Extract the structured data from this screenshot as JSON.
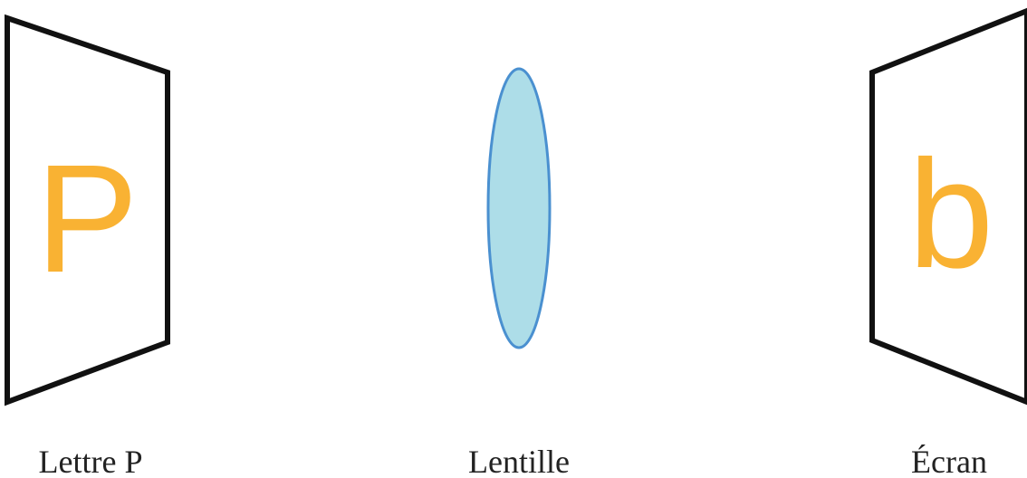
{
  "object": {
    "letter": "P",
    "label": "Lettre P"
  },
  "lens": {
    "label": "Lentille",
    "fill_color": "#ADDDE8",
    "stroke_color": "#4A90D0"
  },
  "screen": {
    "image_letter": "b",
    "label": "Écran"
  },
  "colors": {
    "frame": "#111111",
    "letter": "#F9B233"
  }
}
